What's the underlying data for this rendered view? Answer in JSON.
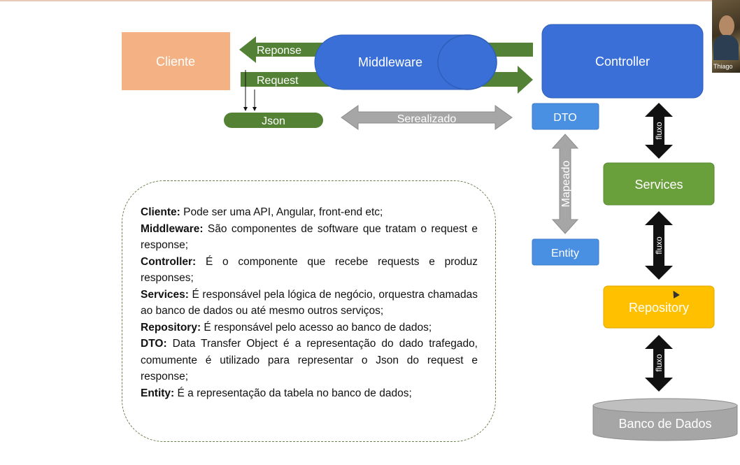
{
  "nodes": {
    "cliente": "Cliente",
    "middleware": "Middleware",
    "controller": "Controller",
    "json": "Json",
    "dto": "DTO",
    "entity": "Entity",
    "services": "Services",
    "repository": "Repository",
    "banco": "Banco de Dados"
  },
  "edges": {
    "response": "Reponse",
    "request": "Request",
    "serializado": "Serealizado",
    "mapeado": "Mapeado",
    "fluxo": "fluxo"
  },
  "legend": [
    {
      "term": "Cliente:",
      "desc": " Pode ser uma API, Angular, front-end etc;"
    },
    {
      "term": "Middleware:",
      "desc": " São componentes de software que tratam o request e response;"
    },
    {
      "term": "Controller:",
      "desc": " É o componente que recebe requests e produz responses;"
    },
    {
      "term": "Services:",
      "desc": " É responsável pela lógica de negócio, orquestra chamadas ao banco de dados ou até mesmo outros serviços;"
    },
    {
      "term": "Repository:",
      "desc": " É responsável pelo acesso ao banco de dados;"
    },
    {
      "term": "DTO:",
      "desc": " Data Transfer Object é a representação do dado trafegado, comumente é utilizado para representar o Json do request e response;"
    },
    {
      "term": "Entity:",
      "desc": " É a representação da tabela no banco de dados;"
    }
  ],
  "webcam": {
    "name": "Thiago"
  },
  "colors": {
    "cliente": "#f4b183",
    "blue": "#3a6fd8",
    "lightblue": "#4a90e2",
    "green": "#538135",
    "darkgreen": "#548235",
    "gray": "#a6a6a6",
    "yellow": "#ffc000",
    "services": "#6aa03c"
  }
}
